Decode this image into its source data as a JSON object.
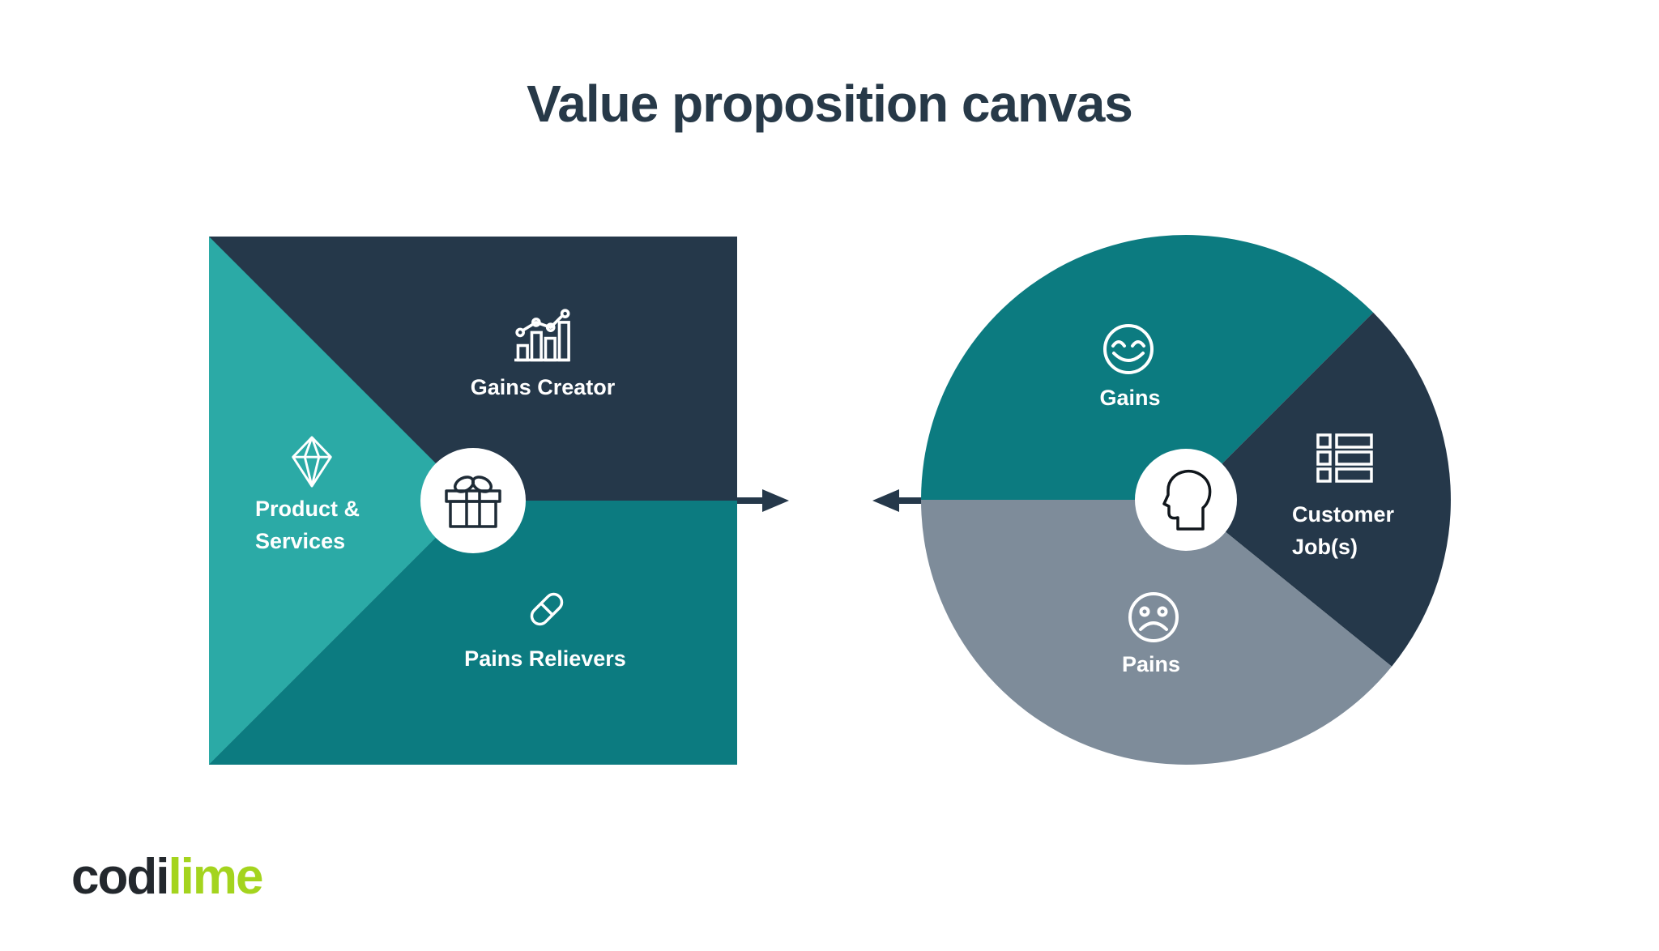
{
  "title": "Value proposition canvas",
  "value_map": {
    "name": "Value map (square)",
    "sections": [
      {
        "id": "gains-creator",
        "label": "Gains Creator",
        "icon": "bar-chart-icon",
        "color": "#25384A"
      },
      {
        "id": "product-services",
        "label": "Product & Services",
        "lines": [
          "Product &",
          "Services"
        ],
        "icon": "diamond-icon",
        "color": "#2BAAA6"
      },
      {
        "id": "pains-relievers",
        "label": "Pains Relievers",
        "icon": "pill-icon",
        "color": "#0C7B80"
      }
    ],
    "center_icon": "gift-icon"
  },
  "customer_profile": {
    "name": "Customer profile (circle)",
    "sections": [
      {
        "id": "gains",
        "label": "Gains",
        "icon": "smiley-face-icon",
        "color": "#0C7B80"
      },
      {
        "id": "customer-jobs",
        "label": "Customer Job(s)",
        "lines": [
          "Customer",
          "Job(s)"
        ],
        "icon": "list-icon",
        "color": "#25384A"
      },
      {
        "id": "pains",
        "label": "Pains",
        "icon": "sad-face-icon",
        "color": "#7E8C9A"
      }
    ],
    "center_icon": "head-profile-icon"
  },
  "connectors": {
    "left_arrow_icon": "arrow-right-icon",
    "right_arrow_icon": "arrow-left-icon",
    "color": "#25384A"
  },
  "logo": {
    "part1": "codi",
    "part2": "lime",
    "part1_color": "#23282d",
    "part2_color": "#a4d41e"
  },
  "palette": {
    "navy": "#25384A",
    "teal_light": "#2BAAA6",
    "teal_dark": "#0C7B80",
    "gray": "#7E8C9A",
    "title_text": "#273948",
    "background": "#ffffff"
  }
}
